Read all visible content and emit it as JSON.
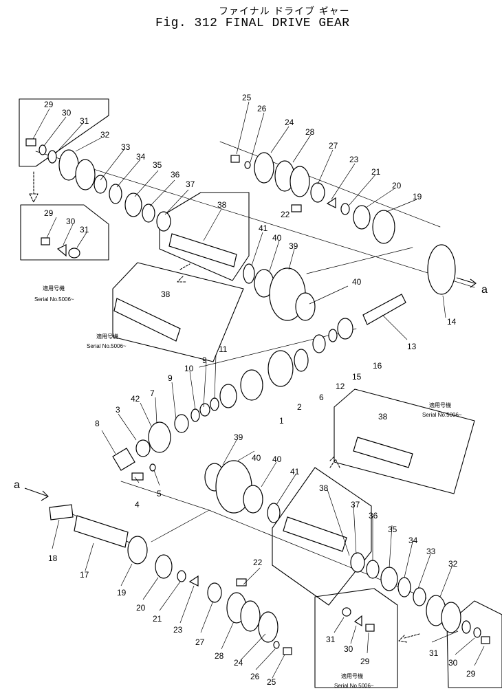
{
  "title_jp": "ファイナル ドライブ ギャー",
  "title_en": "Fig. 312 FINAL DRIVE GEAR",
  "serial_jp": "適用号機",
  "serial_en": "Serial No.5006~",
  "ref_label": "a",
  "parts": [
    {
      "no": "1"
    },
    {
      "no": "2"
    },
    {
      "no": "3"
    },
    {
      "no": "4"
    },
    {
      "no": "5"
    },
    {
      "no": "6"
    },
    {
      "no": "7"
    },
    {
      "no": "8"
    },
    {
      "no": "9"
    },
    {
      "no": "10"
    },
    {
      "no": "11"
    },
    {
      "no": "12"
    },
    {
      "no": "13"
    },
    {
      "no": "14"
    },
    {
      "no": "15"
    },
    {
      "no": "16"
    },
    {
      "no": "17"
    },
    {
      "no": "18"
    },
    {
      "no": "19"
    },
    {
      "no": "20"
    },
    {
      "no": "21"
    },
    {
      "no": "22"
    },
    {
      "no": "23"
    },
    {
      "no": "24"
    },
    {
      "no": "25"
    },
    {
      "no": "26"
    },
    {
      "no": "27"
    },
    {
      "no": "28"
    },
    {
      "no": "29"
    },
    {
      "no": "30"
    },
    {
      "no": "31"
    },
    {
      "no": "32"
    },
    {
      "no": "33"
    },
    {
      "no": "34"
    },
    {
      "no": "35"
    },
    {
      "no": "36"
    },
    {
      "no": "37"
    },
    {
      "no": "38"
    },
    {
      "no": "39"
    },
    {
      "no": "40"
    },
    {
      "no": "41"
    },
    {
      "no": "42"
    }
  ]
}
